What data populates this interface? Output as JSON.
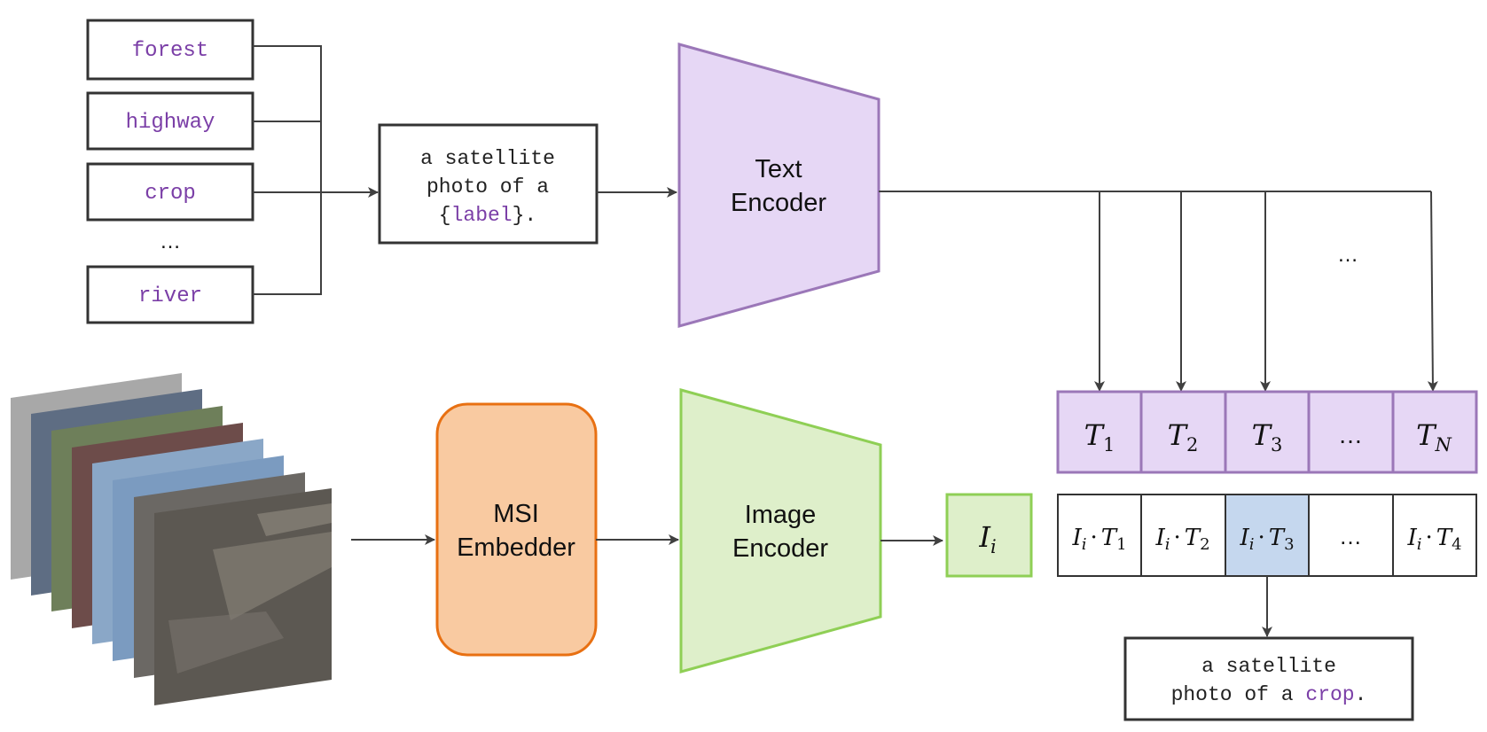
{
  "labels": [
    {
      "text": "forest"
    },
    {
      "text": "highway"
    },
    {
      "text": "crop"
    },
    {
      "text": "…"
    },
    {
      "text": "river"
    }
  ],
  "prompt_template": {
    "line1": "a satellite",
    "line2": "photo of a",
    "open_brace": "{",
    "placeholder": "label",
    "close_brace": "}."
  },
  "text_encoder": {
    "line1": "Text",
    "line2": "Encoder"
  },
  "msi_embedder": {
    "line1": "MSI",
    "line2": "Embedder"
  },
  "image_encoder": {
    "line1": "Image",
    "line2": "Encoder"
  },
  "image_embedding": {
    "base": "I",
    "sub": "i"
  },
  "text_ellipsis": "…",
  "text_embeddings": [
    {
      "base": "T",
      "sub": "1"
    },
    {
      "base": "T",
      "sub": "2"
    },
    {
      "base": "T",
      "sub": "3"
    },
    {
      "base": "…",
      "sub": ""
    },
    {
      "base": "T",
      "sub": "N"
    }
  ],
  "similarities": [
    {
      "a": "I",
      "a_sub": "i",
      "dot": "·",
      "b": "T",
      "b_sub": "1"
    },
    {
      "a": "I",
      "a_sub": "i",
      "dot": "·",
      "b": "T",
      "b_sub": "2"
    },
    {
      "a": "I",
      "a_sub": "i",
      "dot": "·",
      "b": "T",
      "b_sub": "3"
    },
    {
      "a": "…",
      "a_sub": "",
      "dot": "",
      "b": "",
      "b_sub": ""
    },
    {
      "a": "I",
      "a_sub": "i",
      "dot": "·",
      "b": "T",
      "b_sub": "4"
    }
  ],
  "result": {
    "line1": "a satellite",
    "line2_prefix": "photo of a ",
    "predicted": "crop",
    "suffix": "."
  },
  "colors": {
    "label_text": "#7b3fa7",
    "text_encoder_fill": "#e6d7f5",
    "text_encoder_stroke": "#9b77b8",
    "msi_fill": "#f9caa1",
    "msi_stroke": "#e87012",
    "image_encoder_fill": "#deefca",
    "image_encoder_stroke": "#8fcf55",
    "highlight_cell": "#c5d7ee",
    "line": "#404040"
  }
}
